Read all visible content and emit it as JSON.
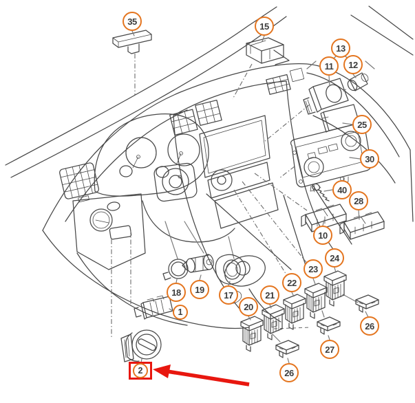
{
  "diagram": {
    "kind": "exploded-parts-diagram",
    "subject": "dashboard-switch-assembly",
    "colors": {
      "callout_ring": "#e4751f",
      "line_art": "#474747",
      "highlight": "#e8170f",
      "background": "#ffffff",
      "number_text": "#3c3c3c"
    },
    "highlighted_item": "2",
    "callouts": [
      {
        "label": "35"
      },
      {
        "label": "15"
      },
      {
        "label": "13"
      },
      {
        "label": "11"
      },
      {
        "label": "12"
      },
      {
        "label": "25"
      },
      {
        "label": "30"
      },
      {
        "label": "40"
      },
      {
        "label": "28"
      },
      {
        "label": "10"
      },
      {
        "label": "24"
      },
      {
        "label": "23"
      },
      {
        "label": "22"
      },
      {
        "label": "21"
      },
      {
        "label": "20"
      },
      {
        "label": "17"
      },
      {
        "label": "19"
      },
      {
        "label": "18"
      },
      {
        "label": "1"
      },
      {
        "label": "26"
      },
      {
        "label": "27"
      },
      {
        "label": "26"
      },
      {
        "label": "2"
      }
    ]
  }
}
